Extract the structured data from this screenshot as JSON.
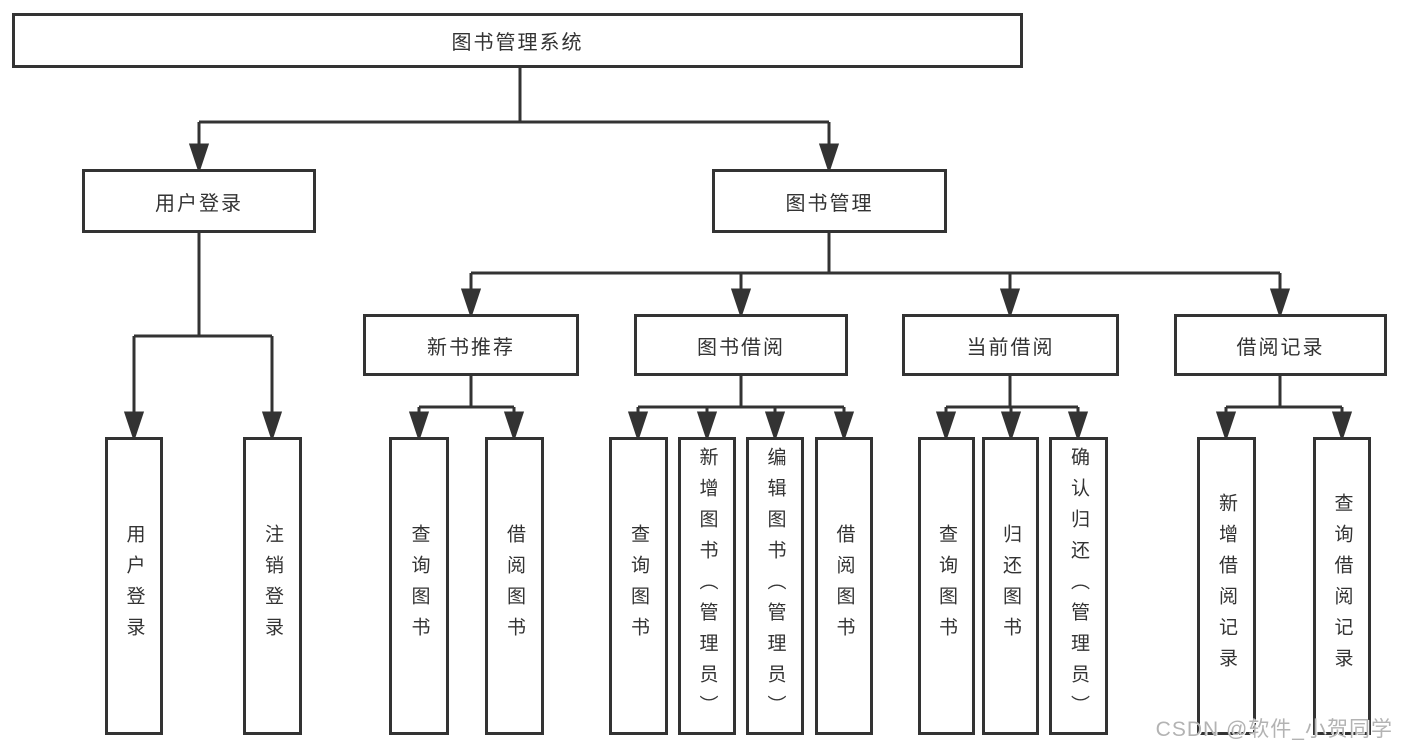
{
  "diagram": {
    "root": {
      "label": "图书管理系统"
    },
    "branches": [
      {
        "label": "用户登录",
        "children": [
          {
            "label": "用户登录"
          },
          {
            "label": "注销登录"
          }
        ]
      },
      {
        "label": "图书管理",
        "children": [
          {
            "label": "新书推荐",
            "children": [
              {
                "label": "查询图书"
              },
              {
                "label": "借阅图书"
              }
            ]
          },
          {
            "label": "图书借阅",
            "children": [
              {
                "label": "查询图书"
              },
              {
                "label": "新增图书（管理员）"
              },
              {
                "label": "编辑图书（管理员）"
              },
              {
                "label": "借阅图书"
              }
            ]
          },
          {
            "label": "当前借阅",
            "children": [
              {
                "label": "查询图书"
              },
              {
                "label": "归还图书"
              },
              {
                "label": "确认归还（管理员）"
              }
            ]
          },
          {
            "label": "借阅记录",
            "children": [
              {
                "label": "新增借阅记录"
              },
              {
                "label": "查询借阅记录"
              }
            ]
          }
        ]
      }
    ]
  },
  "watermark": {
    "text": "CSDN @软件_小贺同学"
  },
  "colors": {
    "line": "#333333",
    "node_border": "#333333",
    "node_fill": "#ffffff",
    "text": "#333333",
    "watermark": "#b3b3b3",
    "background": "#ffffff"
  }
}
